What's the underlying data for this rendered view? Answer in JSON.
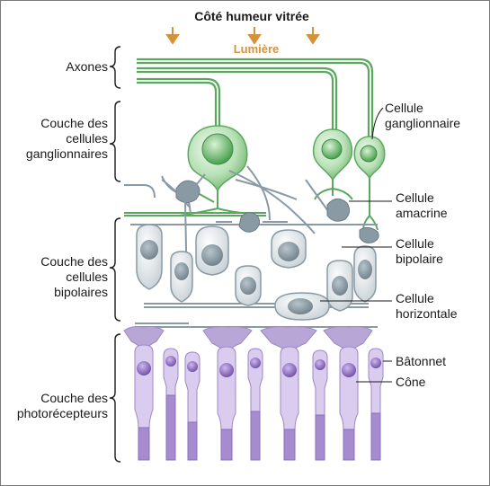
{
  "title": "Côté humeur vitrée",
  "light_label": "Lumière",
  "layers": {
    "axons": "Axones",
    "ganglion": [
      "Couche des",
      "cellules",
      "ganglionnaires"
    ],
    "bipolar": [
      "Couche des",
      "cellules",
      "bipolaires"
    ],
    "photoreceptor": [
      "Couche des",
      "photorécepteurs"
    ]
  },
  "cells": {
    "ganglion": [
      "Cellule",
      "ganglionnaire"
    ],
    "amacrine": [
      "Cellule",
      "amacrine"
    ],
    "bipolar": [
      "Cellule",
      "bipolaire"
    ],
    "horizontal": [
      "Cellule",
      "horizontale"
    ],
    "rod": "Bâtonnet",
    "cone": "Cône"
  },
  "colors": {
    "light_arrow": "#d4933a",
    "ganglion_green": "#5aa85e",
    "gray_cell": "#8a9aa4",
    "photoreceptor_purple": "#b8a6d6"
  }
}
